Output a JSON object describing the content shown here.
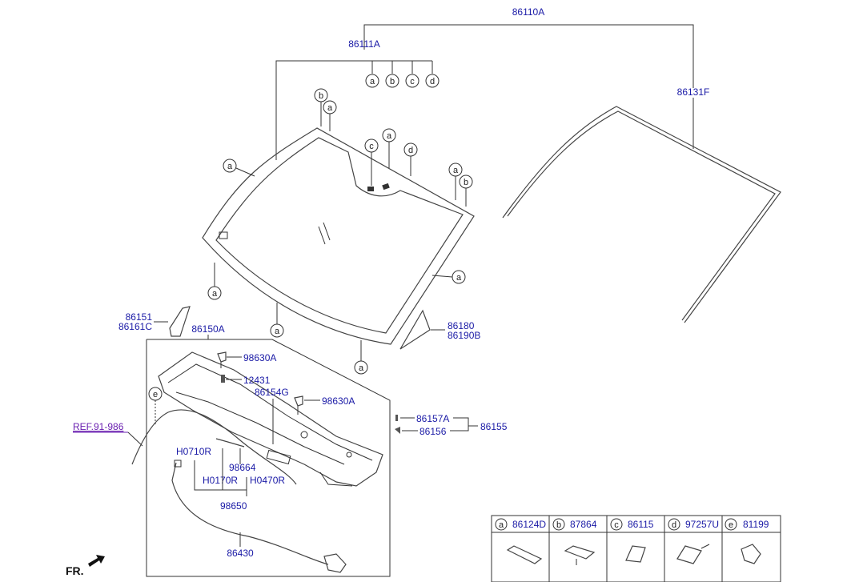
{
  "labels": {
    "p86110A": "86110A",
    "p86111A": "86111A",
    "p86131F": "86131F",
    "p86151": "86151",
    "p86161C": "86161C",
    "p86150A": "86150A",
    "p86180": "86180",
    "p86190B": "86190B",
    "p98630A_1": "98630A",
    "p12431": "12431",
    "p86154G": "86154G",
    "p98630A_2": "98630A",
    "p86157A": "86157A",
    "p86156": "86156",
    "p86155": "86155",
    "pH0710R": "H0710R",
    "p98664": "98664",
    "pH0170R": "H0170R",
    "pH0470R": "H0470R",
    "p98650": "98650",
    "p86430": "86430",
    "ref": "REF.91-986",
    "fr": "FR."
  },
  "callouts": {
    "a": "a",
    "b": "b",
    "c": "c",
    "d": "d",
    "e": "e"
  },
  "legend": [
    {
      "letter": "a",
      "part": "86124D"
    },
    {
      "letter": "b",
      "part": "87864"
    },
    {
      "letter": "c",
      "part": "86115"
    },
    {
      "letter": "d",
      "part": "97257U"
    },
    {
      "letter": "e",
      "part": "81199"
    }
  ]
}
